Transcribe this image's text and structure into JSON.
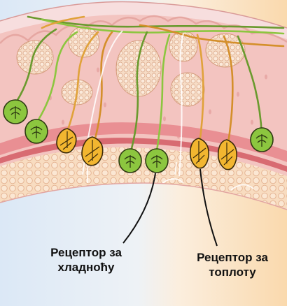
{
  "labels": {
    "cold_receptor": {
      "line1": "Рецептор за",
      "line2": "хладноћу"
    },
    "warm_receptor": {
      "line1": "Рецептор за",
      "line2": "топлоту"
    }
  },
  "colors": {
    "cold_receptor": "#8cc63f",
    "warm_receptor": "#f2b630",
    "cold_background": "#dce8f5",
    "warm_background": "#fbe3c4",
    "skin_pink": "#f4c9c9",
    "fat_cells": "#f6d7b8"
  }
}
